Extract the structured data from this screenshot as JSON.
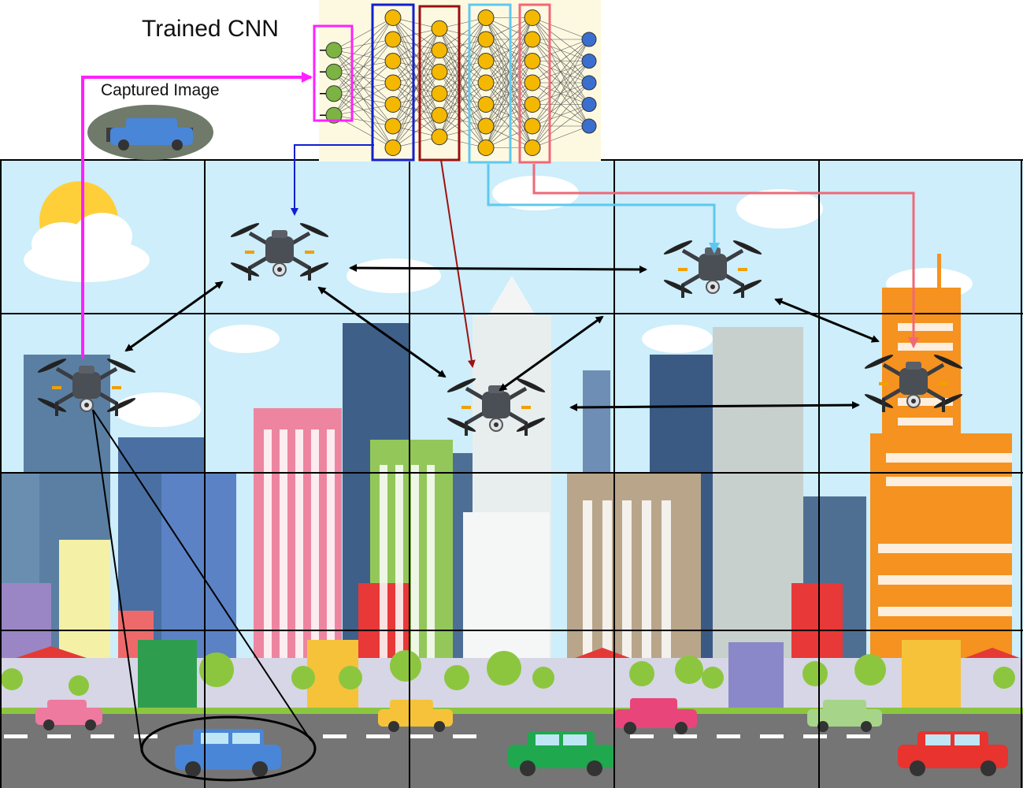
{
  "title": "Trained CNN",
  "captured_image_label": "Captured Image",
  "cnn": {
    "layers": [
      {
        "neurons": 4,
        "color": "#7cb342",
        "outline": "#e020e0"
      },
      {
        "neurons": 7,
        "color": "#f5b800",
        "outline": "#1020d0"
      },
      {
        "neurons": 6,
        "color": "#f5b800",
        "outline": "#9a1010"
      },
      {
        "neurons": 7,
        "color": "#f5b800",
        "outline": "#5ec8f0"
      },
      {
        "neurons": 7,
        "color": "#f5b800",
        "outline": "#f06878"
      },
      {
        "neurons": 5,
        "color": "#3a6fd0",
        "outline": ""
      }
    ]
  },
  "drones": [
    "drone-1",
    "drone-2",
    "drone-3",
    "drone-4",
    "drone-5"
  ],
  "colors": {
    "magenta": "#ff20ff",
    "blue": "#1020d0",
    "darkred": "#a01010",
    "lightblue": "#5ec8f0",
    "pink": "#f06878",
    "sky": "#cdeefa",
    "road": "#757575",
    "grid": "#000000"
  }
}
